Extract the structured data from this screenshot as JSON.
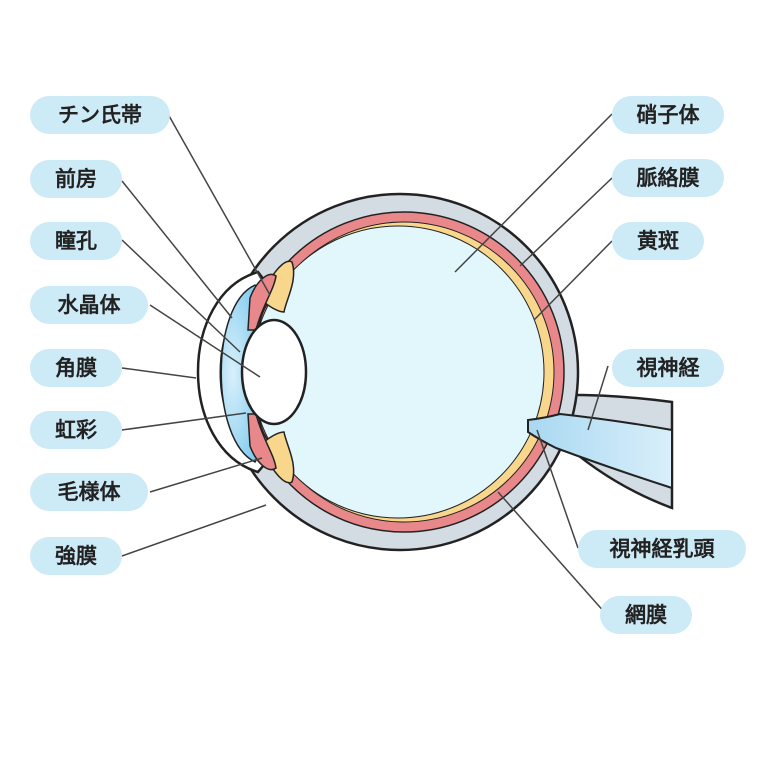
{
  "colors": {
    "label_bg": "#cdeaf7",
    "outline": "#222222",
    "leader": "#444444",
    "sclera": "#d3dbe3",
    "choroid": "#e9888a",
    "retina": "#f8d68c",
    "vitreous": "#e2f7fb",
    "aqueous": "#ffffff",
    "cornea_blue": "#6cc2ea",
    "optic_nerve": "#a9d8f1",
    "lens": "#ffffff"
  },
  "labels": {
    "zonule": "チン氏帯",
    "anterior_chamber": "前房",
    "pupil": "瞳孔",
    "lens": "水晶体",
    "cornea": "角膜",
    "iris": "虹彩",
    "ciliary_body": "毛様体",
    "sclera": "強膜",
    "vitreous": "硝子体",
    "choroid": "脈絡膜",
    "macula": "黄斑",
    "optic_nerve": "視神経",
    "optic_disc": "視神経乳頭",
    "retina": "網膜"
  }
}
